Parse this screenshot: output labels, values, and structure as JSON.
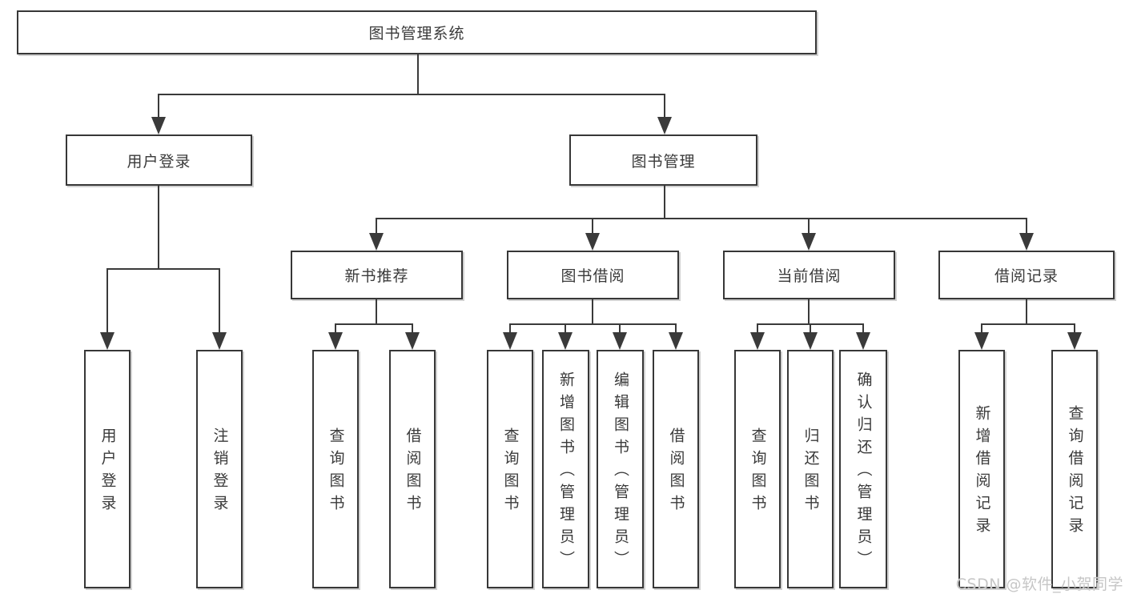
{
  "diagram": {
    "root": "图书管理系统",
    "login_group": "用户登录",
    "book_mgmt": "图书管理",
    "new_book": "新书推荐",
    "book_borrow": "图书借阅",
    "current_borrow": "当前借阅",
    "borrow_records": "借阅记录",
    "user_login": "用户登录",
    "logout": "注销登录",
    "nb_query": "查询图书",
    "nb_borrow": "借阅图书",
    "bb_query": "查询图书",
    "bb_add": "新增图书（管理员）",
    "bb_edit": "编辑图书（管理员）",
    "bb_borrow": "借阅图书",
    "cb_query": "查询图书",
    "cb_return": "归还图书",
    "cb_confirm": "确认归还（管理员）",
    "br_add": "新增借阅记录",
    "br_query": "查询借阅记录"
  },
  "watermark": "CSDN @软件_小贺同学",
  "colors": {
    "line": "#3a3a3a",
    "box_border": "#373737",
    "text": "#3a3a3a",
    "watermark": "#c6c6c6",
    "background": "#ffffff"
  }
}
